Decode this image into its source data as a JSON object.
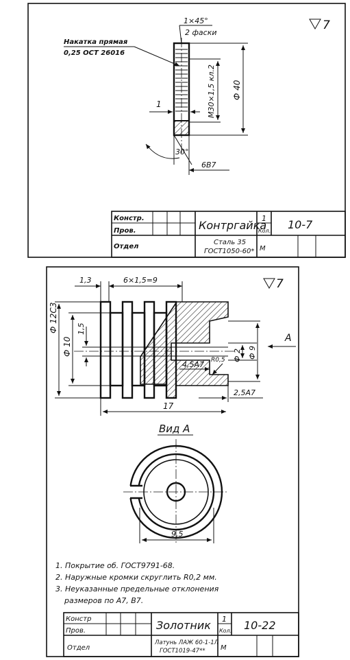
{
  "sheet1": {
    "roughness": "7",
    "chamfer": "1×45°",
    "chamfer_count": "2 фаски",
    "knurl_line1": "Накатка прямая",
    "knurl_line2": "0,25 ОСТ 26016",
    "dim_thread": "М30×1,5 кл.2",
    "dim_diameter": "Ф 40",
    "dim_width": "1",
    "dim_angle": "30°",
    "dim_tol": "6В7",
    "title_block": {
      "konstr": "Констр.",
      "prov": "Пров.",
      "otdel": "Отдел",
      "name": "Контргайка",
      "qty": "1",
      "qty_label": "Кол.",
      "number": "10-7",
      "material_line1": "Сталь 35",
      "material_line2": "ГОСТ1050-60*",
      "m_label": "М"
    }
  },
  "sheet2": {
    "roughness": "7",
    "dim_1_3": "1,3",
    "dim_grooves": "6×1,5=9",
    "dim_d12": "Ф 12С3",
    "dim_d10": "Ф 10",
    "dim_1_5": "1,5",
    "dim_d2": "Ф 2",
    "dim_d9": "Ф 9",
    "dim_4_5": "4,5А7",
    "dim_r05": "R0,5",
    "dim_2_5": "2,5А7",
    "dim_17": "17",
    "view_a_arrow": "А",
    "view_a_title": "Вид А",
    "dim_9_5": "9,5",
    "notes": [
      "1. Покрытие об. ГОСТ9791-68.",
      "2. Наружные кромки скруглить R0,2 мм.",
      "3. Неуказанные предельные отклонения",
      "размеров по А7, В7."
    ],
    "title_block": {
      "konstr": "Констр",
      "prov": "Пров.",
      "otdel": "Отдел",
      "name": "Золотник",
      "qty": "1",
      "qty_label": "Кол.",
      "number": "10-22",
      "material_line1": "Латунь ЛАЖ 60-1-1Л",
      "material_line2": "ГОСТ1019-47**",
      "m_label": "М"
    }
  }
}
